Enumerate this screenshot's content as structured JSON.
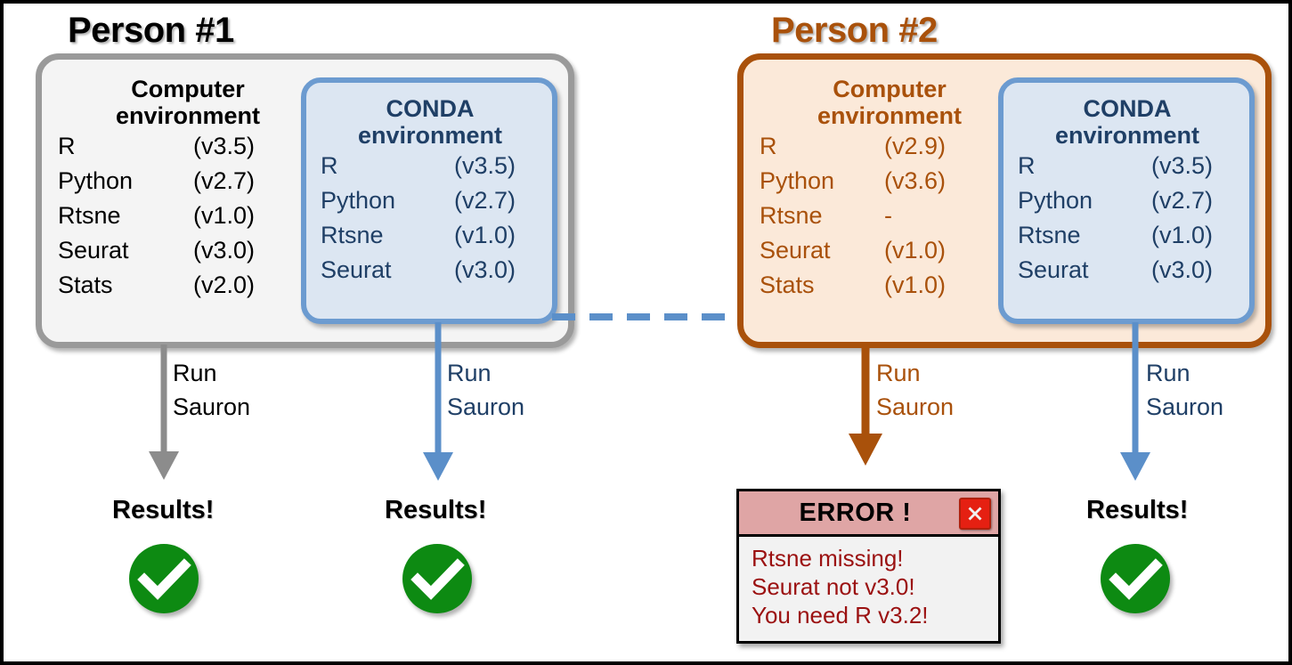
{
  "persons": [
    {
      "title": "Person #1",
      "accent_color": "#000000",
      "outer_border_color": "#9a9a9a",
      "outer_fill_color": "#f4f4f4",
      "computer_env": {
        "heading_line1": "Computer",
        "heading_line2": "environment",
        "packages": [
          {
            "name": "R",
            "version": "(v3.5)"
          },
          {
            "name": "Python",
            "version": "(v2.7)"
          },
          {
            "name": "Rtsne",
            "version": "(v1.0)"
          },
          {
            "name": "Seurat",
            "version": "(v3.0)"
          },
          {
            "name": "Stats",
            "version": "(v2.0)"
          }
        ]
      },
      "conda_env": {
        "heading_line1": "CONDA",
        "heading_line2": "environment",
        "packages": [
          {
            "name": "R",
            "version": "(v3.5)"
          },
          {
            "name": "Python",
            "version": "(v2.7)"
          },
          {
            "name": "Rtsne",
            "version": "(v1.0)"
          },
          {
            "name": "Seurat",
            "version": "(v3.0)"
          }
        ]
      },
      "run_label_native": {
        "line1": "Run",
        "line2": "Sauron"
      },
      "run_label_conda": {
        "line1": "Run",
        "line2": "Sauron"
      },
      "outcome_native": {
        "label": "Results!",
        "status": "success"
      },
      "outcome_conda": {
        "label": "Results!",
        "status": "success"
      }
    },
    {
      "title": "Person #2",
      "accent_color": "#a9510b",
      "outer_border_color": "#a9510b",
      "outer_fill_color": "#fbe9d9",
      "computer_env": {
        "heading_line1": "Computer",
        "heading_line2": "environment",
        "packages": [
          {
            "name": "R",
            "version": "(v2.9)"
          },
          {
            "name": "Python",
            "version": "(v3.6)"
          },
          {
            "name": "Rtsne",
            "version": "-"
          },
          {
            "name": "Seurat",
            "version": "(v1.0)"
          },
          {
            "name": "Stats",
            "version": "(v1.0)"
          }
        ]
      },
      "conda_env": {
        "heading_line1": "CONDA",
        "heading_line2": "environment",
        "packages": [
          {
            "name": "R",
            "version": "(v3.5)"
          },
          {
            "name": "Python",
            "version": "(v2.7)"
          },
          {
            "name": "Rtsne",
            "version": "(v1.0)"
          },
          {
            "name": "Seurat",
            "version": "(v3.0)"
          }
        ]
      },
      "run_label_native": {
        "line1": "Run",
        "line2": "Sauron"
      },
      "run_label_conda": {
        "line1": "Run",
        "line2": "Sauron"
      },
      "outcome_native": {
        "label": "ERROR !",
        "status": "error"
      },
      "outcome_conda": {
        "label": "Results!",
        "status": "success"
      }
    }
  ],
  "error_dialog": {
    "title": "ERROR !",
    "close_icon": "close-x-icon",
    "messages": [
      "Rtsne missing!",
      "Seurat not v3.0!",
      "You need R v3.2!"
    ]
  },
  "transfer_arrow": {
    "icon": "dashed-right-arrow-icon",
    "color": "#5b8fc9",
    "style": "dashed"
  },
  "colors": {
    "conda_border": "#6c9bd0",
    "conda_fill": "#dce6f2",
    "conda_text": "#1f3f66",
    "success_green": "#0d8a12",
    "error_red": "#9b1111",
    "error_titlebar": "#dfa5a5",
    "close_button": "#e52012",
    "gray_arrow": "#8c8c8c",
    "blue_arrow": "#5b8fc9",
    "orange_arrow": "#a9510b"
  },
  "icons": {
    "check": "check-circle-icon",
    "down_arrow": "arrow-down-icon"
  }
}
